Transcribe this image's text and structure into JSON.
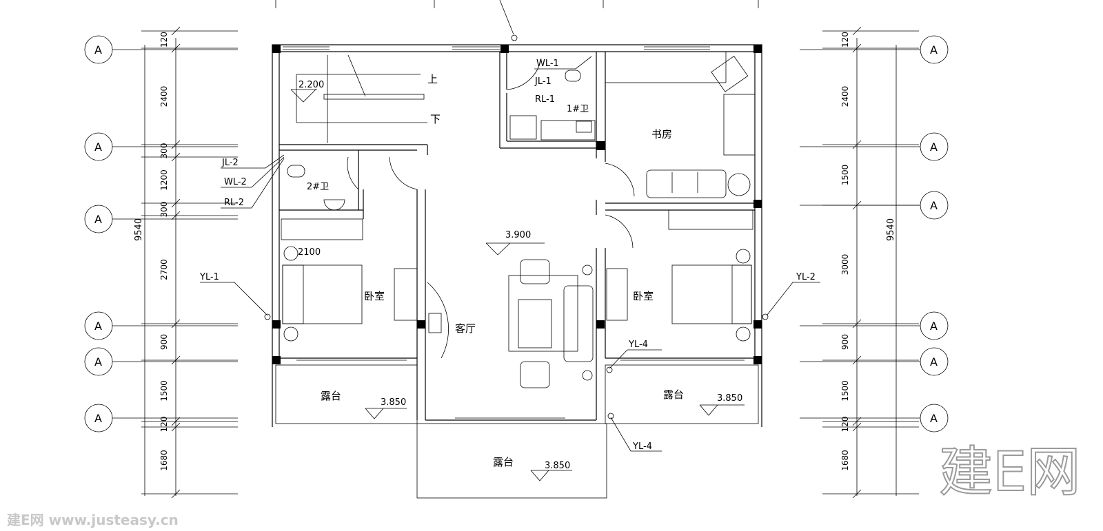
{
  "watermark": {
    "text": "建E网 www.justeasy.cn",
    "logo": "建E网"
  },
  "axis_bubble_label": "A",
  "rooms": {
    "stair_up": "上",
    "stair_down": "下",
    "bath1": "1#卫",
    "bath2": "2#卫",
    "study": "书房",
    "bedroom_left": "卧室",
    "bedroom_right": "卧室",
    "living": "客厅",
    "terrace_left": "露台",
    "terrace_right": "露台",
    "terrace_bottom": "露台"
  },
  "elevations": {
    "stair": "2.200",
    "living": "3.900",
    "terrace_left": "3.850",
    "terrace_right": "3.850",
    "terrace_bottom": "3.850"
  },
  "pipes": {
    "jl2": "JL-2",
    "wl2": "WL-2",
    "rl2": "RL-2",
    "wl1": "WL-1",
    "jl1": "JL-1",
    "rl1": "RL-1",
    "yl1": "YL-1",
    "yl2": "YL-2",
    "yl4a": "YL-4",
    "yl4b": "YL-4"
  },
  "closet_width": "2100",
  "dimensions": {
    "left": [
      "120",
      "2400",
      "300",
      "1200",
      "300",
      "2700",
      "900",
      "1500",
      "120",
      "1680"
    ],
    "left_total": "9540",
    "right": [
      "120",
      "2400",
      "1500",
      "3000",
      "900",
      "1500",
      "120",
      "1680"
    ],
    "right_total": "9540"
  }
}
